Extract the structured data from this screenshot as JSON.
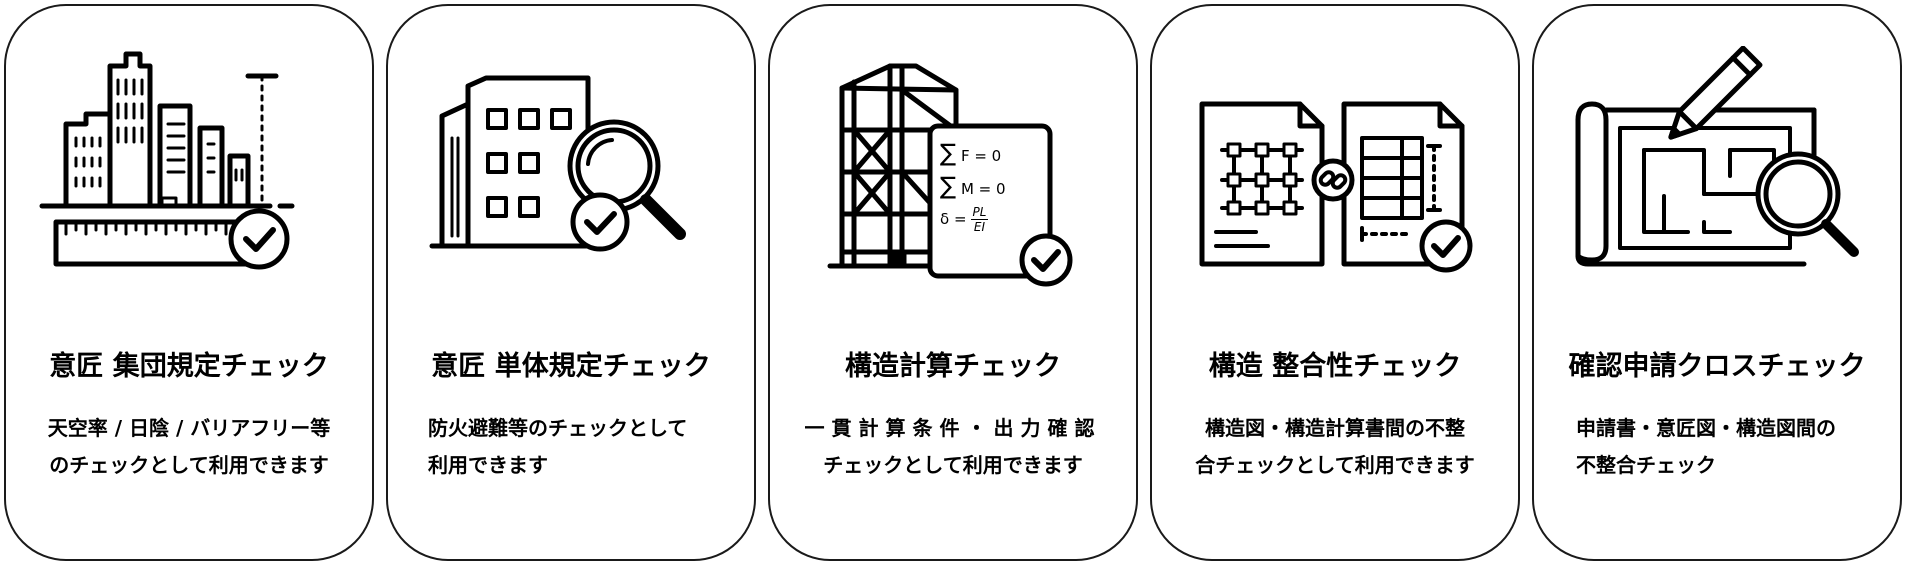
{
  "cards": [
    {
      "icon": "city-building-ruler-check-icon",
      "title": "意匠 集団規定チェック",
      "desc": [
        "天空率 / 日陰 / バリアフリー等",
        "のチェックとして利用できます"
      ]
    },
    {
      "icon": "building-magnifier-check-icon",
      "title": "意匠 単体規定チェック",
      "desc": [
        "防火避難等のチェックとして",
        "利用できます"
      ]
    },
    {
      "icon": "steel-frame-formula-check-icon",
      "title": "構造計算チェック",
      "desc": [
        "一貫計算条件・出力確認",
        "チェックとして利用できます"
      ],
      "formula": {
        "sum": "∑",
        "force": "F = 0",
        "moment": "M = 0",
        "delta": "δ =",
        "num": "PL",
        "den": "EI"
      }
    },
    {
      "icon": "linked-drawings-check-icon",
      "title": "構造 整合性チェック",
      "desc": [
        "構造図・構造計算書間の不整",
        "合チェックとして利用できます"
      ]
    },
    {
      "icon": "blueprint-pencil-magnifier-icon",
      "title": "確認申請クロスチェック",
      "desc": [
        "申請書・意匠図・構造図間の",
        "不整合チェック"
      ]
    }
  ]
}
